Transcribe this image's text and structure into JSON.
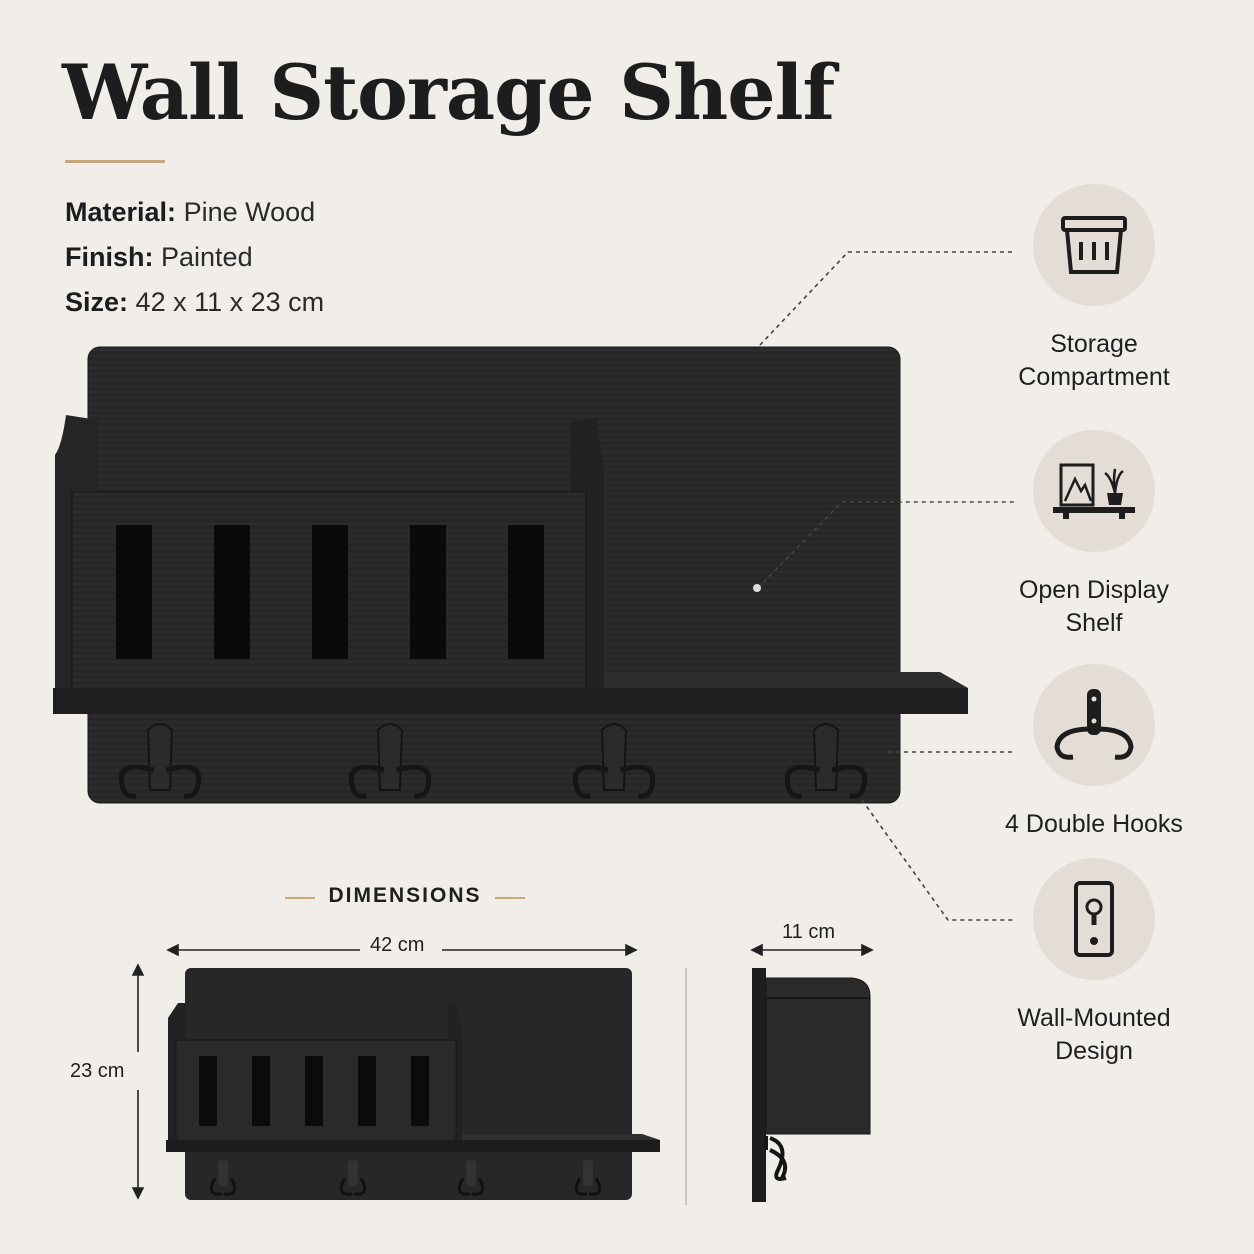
{
  "title": "Wall Storage Shelf",
  "specs": [
    {
      "key": "Material:",
      "value": "Pine Wood"
    },
    {
      "key": "Finish:",
      "value": "Painted"
    },
    {
      "key": "Size:",
      "value": "42 x 11 x 23 cm"
    }
  ],
  "features": [
    {
      "label": "Storage\nCompartment",
      "icon": "storage-box-icon"
    },
    {
      "label": "Open Display\nShelf",
      "icon": "display-shelf-icon"
    },
    {
      "label": "4 Double Hooks",
      "icon": "double-hook-icon"
    },
    {
      "label": "Wall-Mounted\nDesign",
      "icon": "wall-mount-icon"
    }
  ],
  "dimensions": {
    "header": "DIMENSIONS",
    "width": "42 cm",
    "height": "23 cm",
    "depth": "11 cm"
  },
  "colors": {
    "background": "#f1eeea",
    "wood": "#272727",
    "accent": "#c9a77c",
    "icon_circle": "#e3ddd5"
  }
}
